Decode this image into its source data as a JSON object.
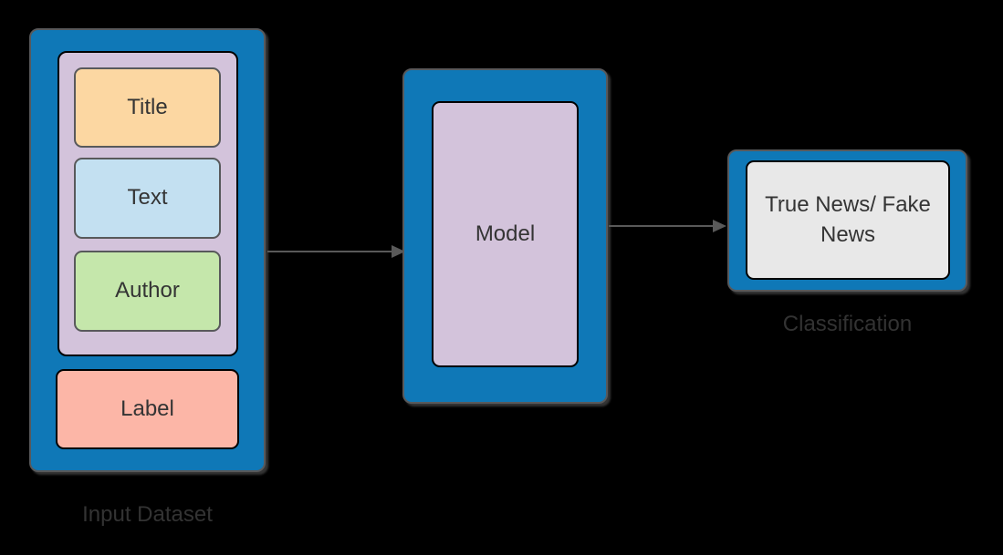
{
  "colors": {
    "background": "#000000",
    "container_fill": "#0F78B7",
    "container_border": "#58595B",
    "group_fill": "#D3C3DB",
    "black_border": "#000000",
    "field_border": "#58595B",
    "title_fill": "#FCD7A2",
    "text_fill": "#C3E0F1",
    "author_fill": "#C5E7AB",
    "label_fill": "#FCB6A7",
    "output_fill": "#E8E8E8",
    "arrow": "#595959",
    "node_text": "#343434",
    "caption_text": "#333333"
  },
  "input_dataset": {
    "caption": "Input Dataset",
    "fields": [
      {
        "label": "Title"
      },
      {
        "label": "Text"
      },
      {
        "label": "Author"
      }
    ],
    "label_field": {
      "label": "Label"
    }
  },
  "model": {
    "label": "Model"
  },
  "classification": {
    "caption": "Classification",
    "result": "True News/ Fake News"
  }
}
